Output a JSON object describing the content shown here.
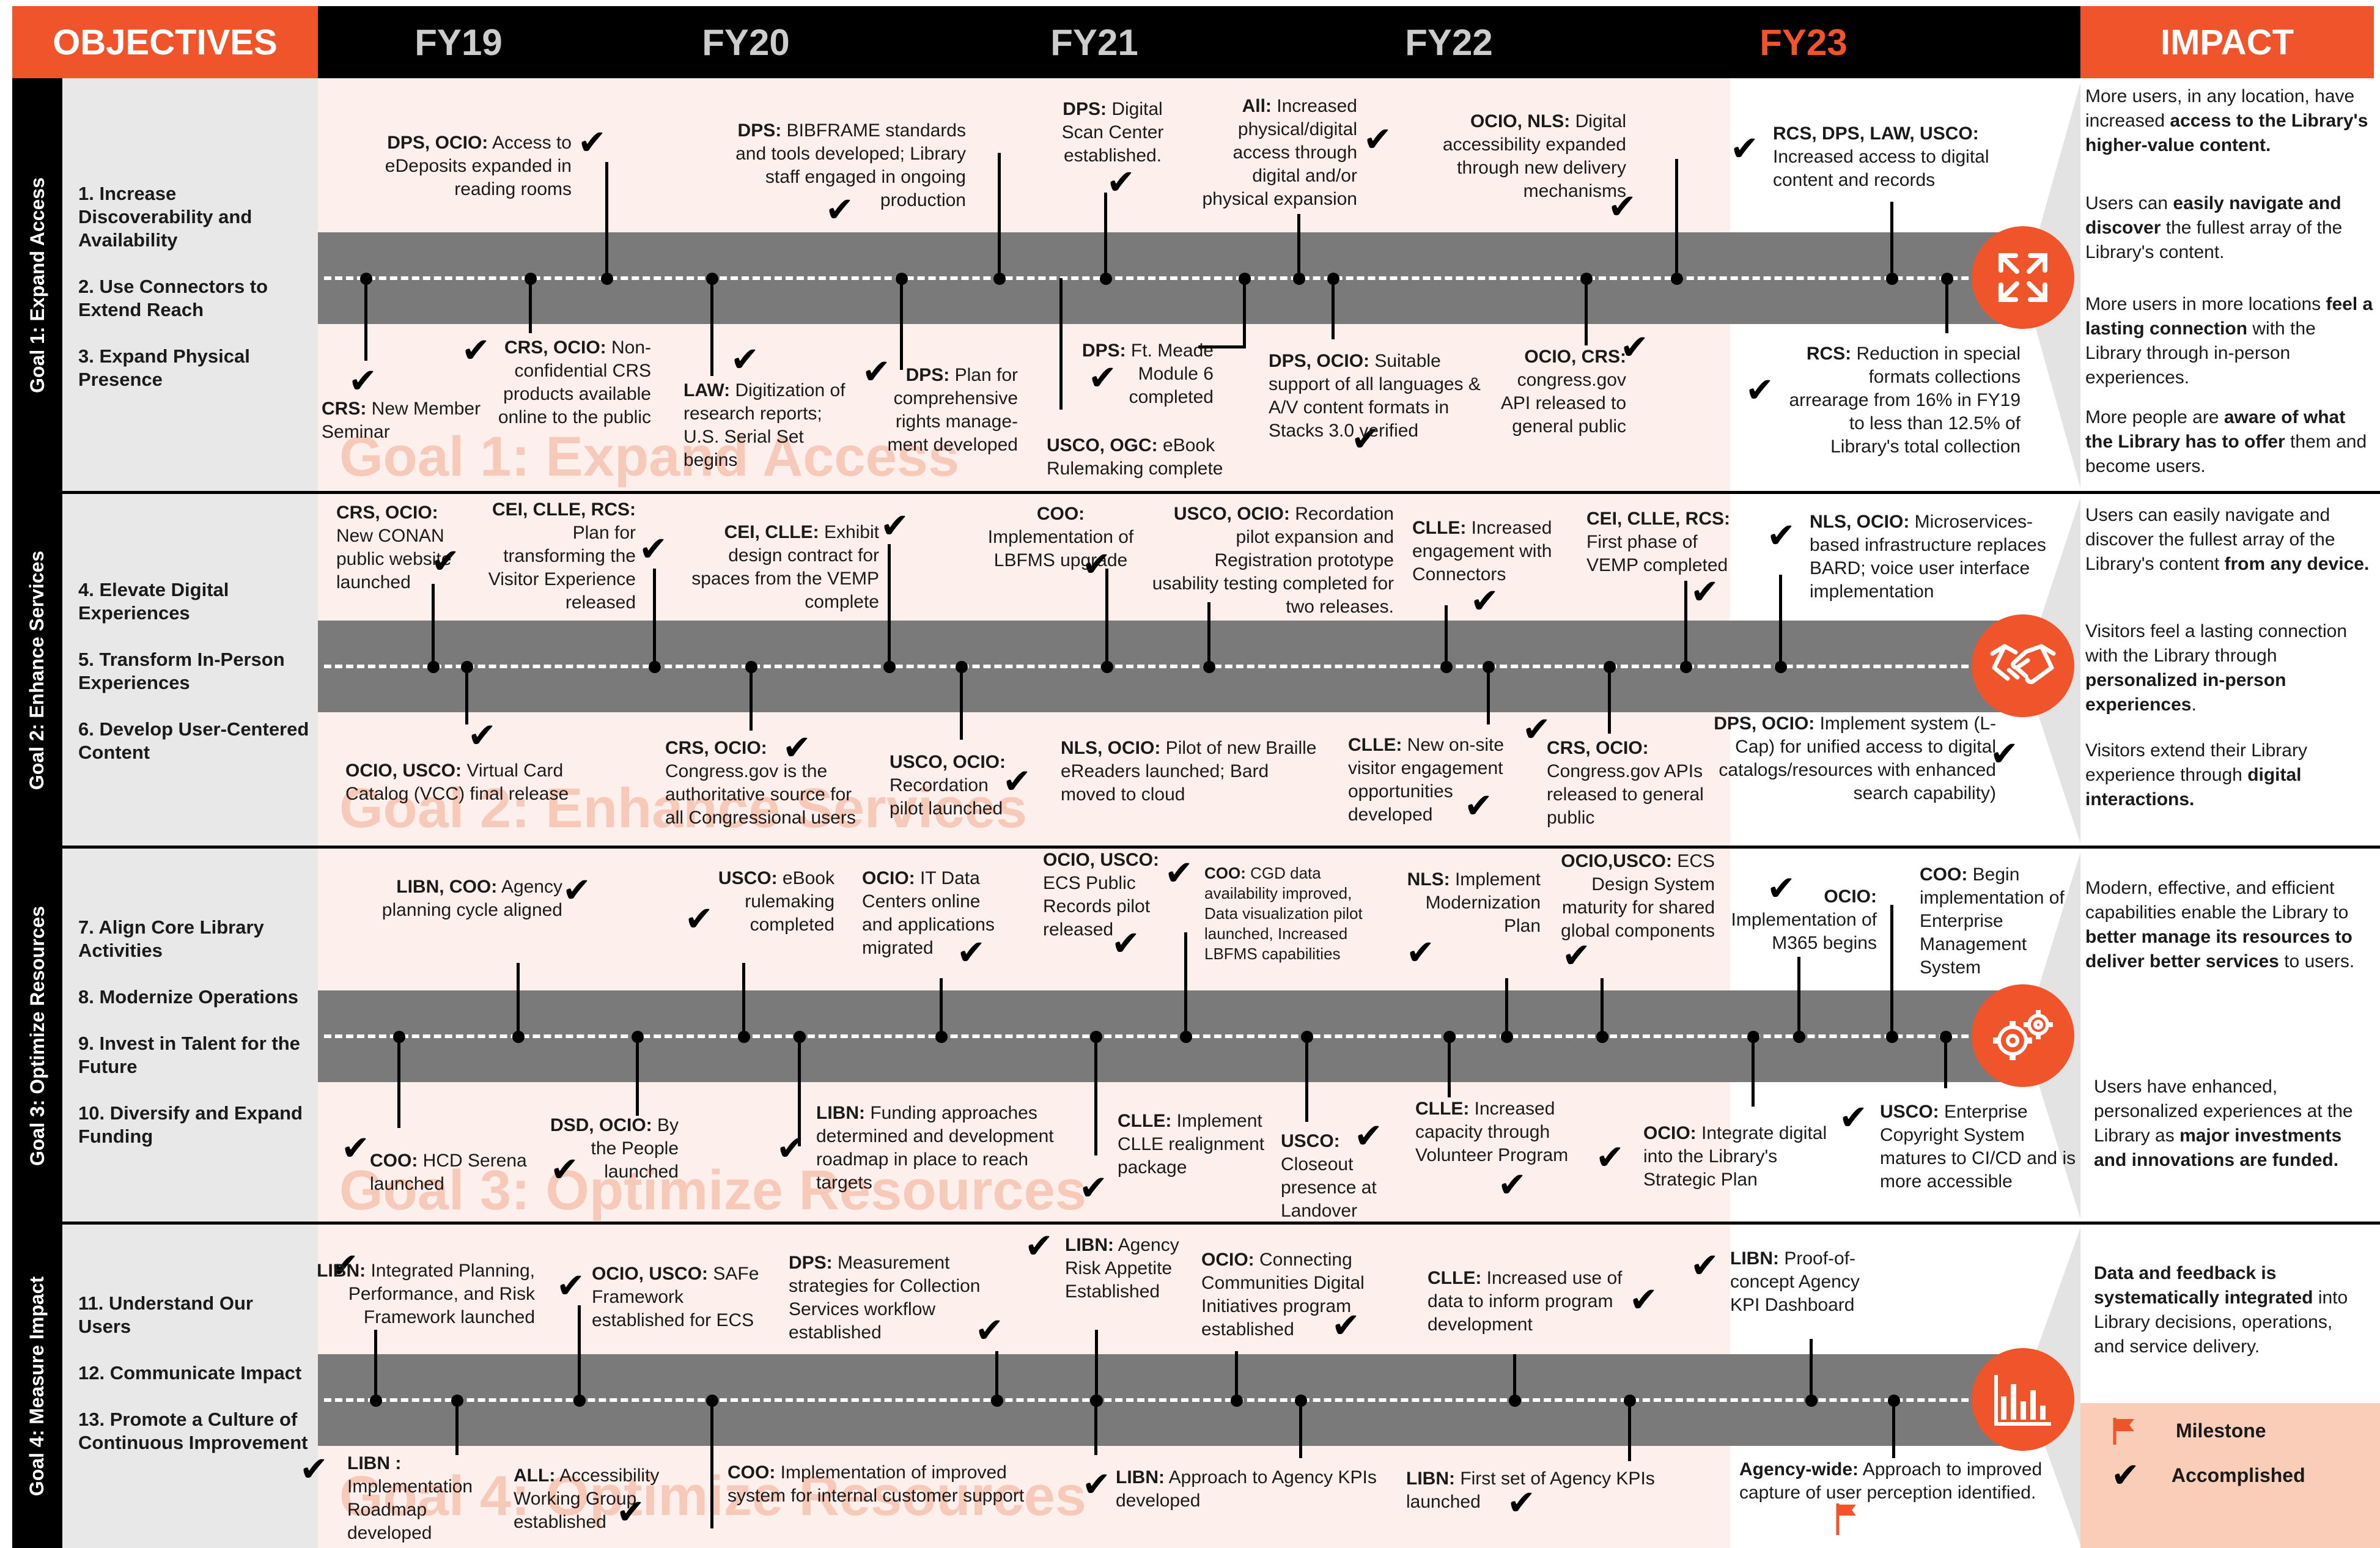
{
  "header": {
    "objectives": "OBJECTIVES",
    "years": [
      "FY19",
      "FY20",
      "FY21",
      "FY22",
      "FY23"
    ],
    "impact": "IMPACT"
  },
  "goals": [
    {
      "band": "Goal 1: Expand Access",
      "watermark": "Goal 1: Expand Access",
      "objectives": [
        "1. Increase Discoverability and Availability",
        "2. Use Connectors to Extend Reach",
        "3. Expand Physical Presence"
      ],
      "icon": "expand-arrows-icon",
      "impact": [
        {
          "pre": "More users, in any location, have increased ",
          "bold": "access to the Library's higher-value content.",
          "post": ""
        },
        {
          "pre": "Users can ",
          "bold": "easily navigate and discover",
          "post": " the fullest array of the Library's content."
        },
        {
          "pre": "More users in more locations ",
          "bold": "feel a lasting connection",
          "post": " with the Library through in-person experiences."
        },
        {
          "pre": "More people are ",
          "bold": "aware of what the Library has to offer",
          "post": " them and become users."
        }
      ]
    },
    {
      "band": "Goal 2: Enhance Services",
      "watermark": "Goal 2: Enhance Services",
      "objectives": [
        "4. Elevate Digital Experiences",
        "5. Transform In-Person Experiences",
        "6. Develop User-Centered Content"
      ],
      "icon": "handshake-icon",
      "impact": [
        {
          "pre": "Users can easily navigate and discover the fullest array of the Library's content ",
          "bold": "from any device.",
          "post": ""
        },
        {
          "pre": "Visitors feel a lasting connection with the Library through ",
          "bold": "personalized in-person experiences",
          "post": "."
        },
        {
          "pre": "Visitors extend their Library experience through ",
          "bold": "digital interactions.",
          "post": ""
        }
      ]
    },
    {
      "band": "Goal 3: Optimize Resources",
      "watermark": "Goal 3: Optimize Resources",
      "objectives": [
        "7. Align Core Library Activities",
        "8. Modernize Operations",
        "9. Invest in Talent for the Future",
        "10. Diversify and Expand Funding"
      ],
      "icon": "gears-icon",
      "impact": [
        {
          "pre": "Modern, effective, and efficient capabilities enable the Library to ",
          "bold": "better manage its resources to deliver better services",
          "post": " to users."
        },
        {
          "pre": "Users have enhanced, personalized experiences at the Library as ",
          "bold": "major investments and innovations are funded.",
          "post": ""
        }
      ]
    },
    {
      "band": "Goal 4: Measure Impact",
      "watermark": "Goal 4: Optimize Resources",
      "objectives": [
        "11. Understand Our Users",
        "12. Communicate Impact",
        "13. Promote a Culture of Continuous Improvement"
      ],
      "icon": "bar-chart-icon",
      "impact": [
        {
          "pre": "",
          "bold": "Data and feedback is systematically integrated",
          "post": " into Library decisions, operations, and service delivery."
        }
      ]
    }
  ],
  "milestones": {
    "g1_top": [
      {
        "org": "DPS, OCIO:",
        "text": " Access to eDeposits expanded in reading rooms"
      },
      {
        "org": "DPS:",
        "text": " BIBFRAME standards and tools developed; Library staff engaged in ongoing production"
      },
      {
        "org": "DPS:",
        "text": " Digital Scan Center established."
      },
      {
        "org": "All:",
        "text": " Increased physical/digital access through digital and/or physical expansion"
      },
      {
        "org": "OCIO, NLS:",
        "text": " Digital accessibility expanded through new delivery mechanisms"
      },
      {
        "org": "RCS, DPS, LAW, USCO:",
        "text": " Increased access to digital content and records"
      }
    ],
    "g1_bot": [
      {
        "org": "CRS:",
        "text": " New Member Seminar"
      },
      {
        "org": "CRS, OCIO:",
        "text": " Non-confidential CRS products available online to the public"
      },
      {
        "org": "LAW:",
        "text": " Digitization of research reports; U.S. Serial Set begins"
      },
      {
        "org": "DPS:",
        "text": " Plan for comprehensive rights manage-ment developed"
      },
      {
        "org": "USCO, OGC:",
        "text": " eBook Rulemaking complete"
      },
      {
        "org": "DPS:",
        "text": " Ft. Meade Module 6 completed"
      },
      {
        "org": "DPS, OCIO:",
        "text": " Suitable support of all languages & A/V content formats in Stacks 3.0 verified"
      },
      {
        "org": "OCIO, CRS:",
        "text": " congress.gov API released to general public"
      },
      {
        "org": "RCS:",
        "text": " Reduction in special formats collections arrearage from 16% in FY19 to less than 12.5% of Library's total collection"
      }
    ],
    "g2_top": [
      {
        "org": "CRS, OCIO:",
        "text": " New CONAN public website launched"
      },
      {
        "org": "CEI, CLLE, RCS:",
        "text": " Plan for transforming the Visitor Experience released"
      },
      {
        "org": "CEI, CLLE:",
        "text": " Exhibit design contract for spaces from the VEMP complete"
      },
      {
        "org": "COO:",
        "text": " Implementation of LBFMS upgrade"
      },
      {
        "org": "USCO, OCIO:",
        "text": " Recordation pilot expansion and Registration prototype usability testing completed for two releases."
      },
      {
        "org": "CLLE:",
        "text": " Increased engagement with Connectors"
      },
      {
        "org": "CEI, CLLE, RCS:",
        "text": " First phase of VEMP completed"
      },
      {
        "org": "NLS, OCIO:",
        "text": " Microservices-based infrastructure replaces BARD;  voice user interface implementation"
      }
    ],
    "g2_bot": [
      {
        "org": "OCIO, USCO:",
        "text": " Virtual Card Catalog (VCC) final release"
      },
      {
        "org": "CRS, OCIO:",
        "text": " Congress.gov is the authoritative source for all Congressional users"
      },
      {
        "org": "USCO, OCIO:",
        "text": " Recordation pilot launched"
      },
      {
        "org": "NLS, OCIO:",
        "text": " Pilot of new Braille eReaders launched; Bard moved to cloud"
      },
      {
        "org": "CLLE:",
        "text": " New on-site visitor engagement opportunities developed"
      },
      {
        "org": "CRS, OCIO:",
        "text": " Congress.gov APIs released to general public"
      },
      {
        "org": "DPS, OCIO:",
        "text": " Implement system (L-Cap) for unified access to digital catalogs/resources with enhanced search capability)"
      }
    ],
    "g3_top": [
      {
        "org": "LIBN, COO:",
        "text": " Agency planning cycle aligned"
      },
      {
        "org": "USCO:",
        "text": " eBook rulemaking completed"
      },
      {
        "org": "OCIO:",
        "text": " IT Data Centers online and applications migrated"
      },
      {
        "org": "OCIO, USCO:",
        "text": " ECS Public Records pilot released"
      },
      {
        "org": "COO:",
        "text": " CGD data availability improved, Data visualization pilot launched, Increased LBFMS capabilities"
      },
      {
        "org": "NLS:",
        "text": " Implement Modernization Plan"
      },
      {
        "org": "OCIO,USCO:",
        "text": " ECS Design System maturity for shared global components"
      },
      {
        "org": "OCIO:",
        "text": " Implementation of M365 begins"
      },
      {
        "org": "COO:",
        "text": " Begin implementation of Enterprise Management System"
      }
    ],
    "g3_bot": [
      {
        "org": "COO:",
        "text": " HCD Serena launched"
      },
      {
        "org": "DSD, OCIO:",
        "text": " By the People launched"
      },
      {
        "org": "LIBN:",
        "text": " Funding approaches determined and development roadmap in place to reach targets"
      },
      {
        "org": "CLLE:",
        "text": " Implement CLLE realignment package"
      },
      {
        "org": "USCO:",
        "text": " Closeout presence at Landover"
      },
      {
        "org": "CLLE:",
        "text": " Increased capacity through Volunteer Program"
      },
      {
        "org": "OCIO:",
        "text": " Integrate digital into the Library's Strategic Plan"
      },
      {
        "org": "USCO:",
        "text": " Enterprise Copyright System matures to CI/CD and is more accessible"
      }
    ],
    "g4_top": [
      {
        "org": "LIBN:",
        "text": " Integrated Planning, Performance, and Risk Framework launched"
      },
      {
        "org": "OCIO, USCO:",
        "text": " SAFe Framework established for ECS"
      },
      {
        "org": "DPS:",
        "text": " Measurement strategies for Collection Services workflow established"
      },
      {
        "org": "LIBN:",
        "text": " Agency Risk Appetite Established"
      },
      {
        "org": "OCIO:",
        "text": " Connecting Communities Digital Initiatives program established"
      },
      {
        "org": "CLLE:",
        "text": " Increased use of data to inform program development"
      },
      {
        "org": "LIBN:",
        "text": " Proof-of-concept Agency KPI Dashboard"
      }
    ],
    "g4_bot": [
      {
        "org": "LIBN :",
        "text": " Implementation Roadmap developed"
      },
      {
        "org": "ALL:",
        "text": " Accessibility Working Group established"
      },
      {
        "org": "COO:",
        "text": " Implementation of improved system for internal customer support"
      },
      {
        "org": "LIBN:",
        "text": " Approach to Agency KPIs developed"
      },
      {
        "org": "LIBN:",
        "text": " First set of Agency KPIs launched"
      },
      {
        "org": "Agency-wide:",
        "text": " Approach to improved capture of user perception identified."
      }
    ]
  },
  "legend": {
    "milestone": "Milestone",
    "accomplished": "Accomplished"
  },
  "colors": {
    "accent": "#f0542a",
    "road": "#7a7a7a",
    "band": "#000000",
    "row_tint": "#fdf0ec",
    "legend_bg": "#f9cdb8"
  }
}
